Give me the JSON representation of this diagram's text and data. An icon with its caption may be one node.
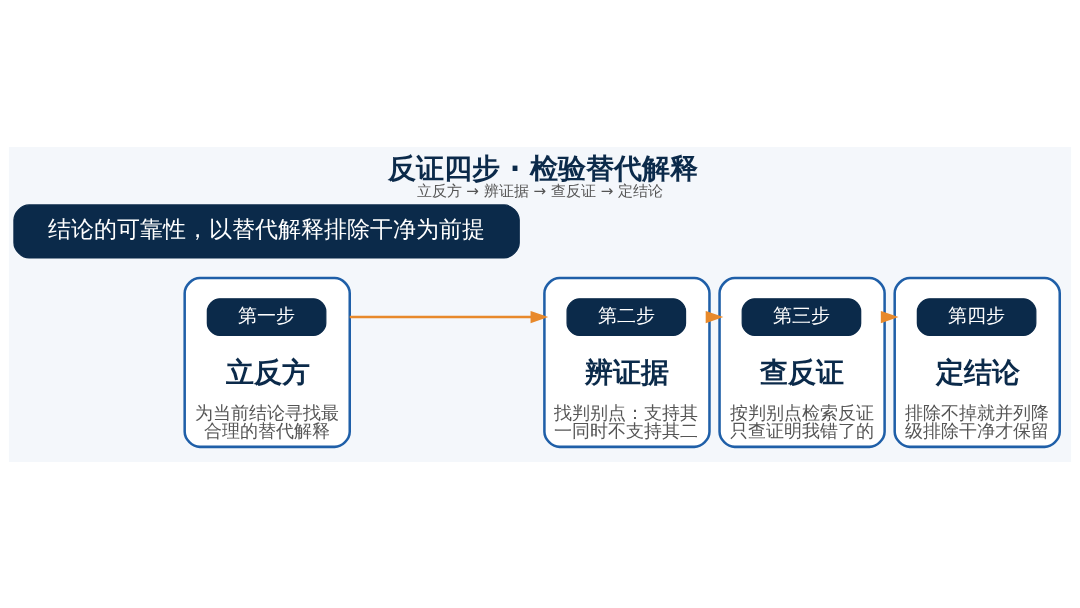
{
  "diagram": {
    "title": "反证四步 · 检验替代解释",
    "caption": "立反方 → 辨证据 → 查反证 → 定结论",
    "nodes": [
      {
        "text": [
          "立反方",
          "为当前结论寻找最合理的替代解释"
        ]
      },
      {
        "text": [
          "第一步"
        ],
        "in": 0
      },
      {
        "text": [
          "辨证据",
          "找判别点：支持其一同时不支持其二"
        ]
      },
      {
        "text": [
          "第二步"
        ],
        "in": 2
      },
      {
        "text": [
          "查反证",
          "按判别点检索反证只查证明我错了的"
        ]
      },
      {
        "text": [
          "第三步"
        ],
        "in": 4
      },
      {
        "text": [
          "定结论",
          "排除不掉就并列降级排除干净才保留"
        ]
      },
      {
        "text": [
          "第四步"
        ],
        "in": 6
      },
      {
        "text": [
          "结论的可靠性，以替代解释排除干净为前提"
        ]
      }
    ],
    "edges": [
      {
        "from": 0,
        "to": 2,
        "arrow": "to"
      },
      {
        "from": 2,
        "to": 4,
        "arrow": "to"
      },
      {
        "from": 4,
        "to": 6,
        "arrow": "to"
      }
    ]
  }
}
